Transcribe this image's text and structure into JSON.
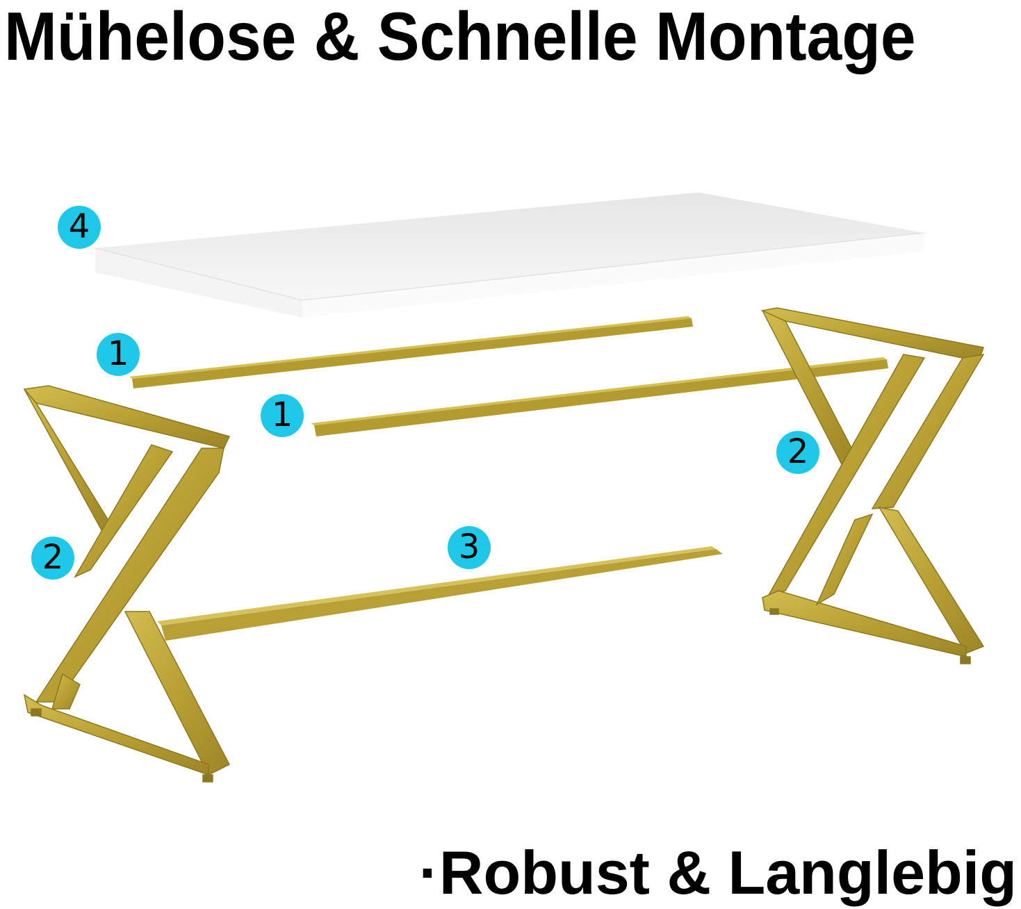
{
  "title": "Mühelose & Schnelle Montage",
  "subtitle": "·Robust & Langlebig",
  "colors": {
    "gold": "#b9a034",
    "gold_dark": "#8c7820",
    "gold_light": "#d7c45a",
    "badge": "#1fc8e8",
    "tabletop": "#f2f2f2"
  },
  "parts": {
    "tabletop": "4",
    "crossbar_top_left": "1",
    "crossbar_top_right": "1",
    "leg_left": "2",
    "leg_right": "2",
    "bottom_bar": "3"
  }
}
